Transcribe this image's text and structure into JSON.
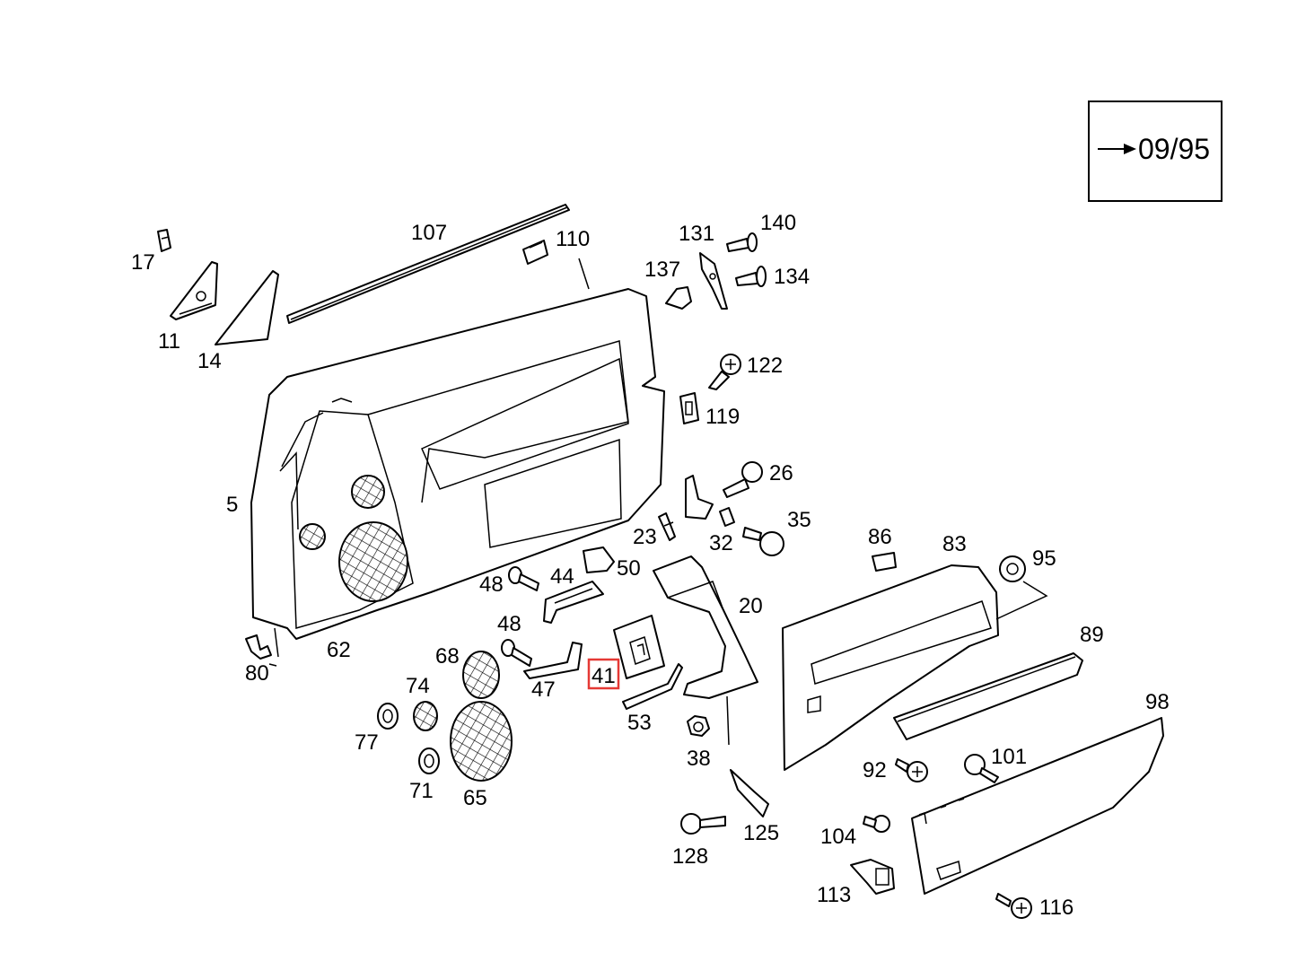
{
  "validity_box": {
    "text": "09/95",
    "arrow_icon": "right-arrow-icon"
  },
  "highlight": {
    "label": "41",
    "color": "#e53935"
  },
  "labels": [
    {
      "id": "17",
      "text": "17"
    },
    {
      "id": "11",
      "text": "11"
    },
    {
      "id": "14",
      "text": "14"
    },
    {
      "id": "107",
      "text": "107"
    },
    {
      "id": "110",
      "text": "110"
    },
    {
      "id": "131",
      "text": "131"
    },
    {
      "id": "140",
      "text": "140"
    },
    {
      "id": "137",
      "text": "137"
    },
    {
      "id": "134",
      "text": "134"
    },
    {
      "id": "122",
      "text": "122"
    },
    {
      "id": "119",
      "text": "119"
    },
    {
      "id": "26",
      "text": "26"
    },
    {
      "id": "5",
      "text": "5"
    },
    {
      "id": "23",
      "text": "23"
    },
    {
      "id": "32",
      "text": "32"
    },
    {
      "id": "35",
      "text": "35"
    },
    {
      "id": "86",
      "text": "86"
    },
    {
      "id": "83",
      "text": "83"
    },
    {
      "id": "95",
      "text": "95"
    },
    {
      "id": "48a",
      "text": "48"
    },
    {
      "id": "44",
      "text": "44"
    },
    {
      "id": "50",
      "text": "50"
    },
    {
      "id": "20",
      "text": "20"
    },
    {
      "id": "48b",
      "text": "48"
    },
    {
      "id": "89",
      "text": "89"
    },
    {
      "id": "80",
      "text": "80"
    },
    {
      "id": "62",
      "text": "62"
    },
    {
      "id": "68",
      "text": "68"
    },
    {
      "id": "47",
      "text": "47"
    },
    {
      "id": "74",
      "text": "74"
    },
    {
      "id": "53",
      "text": "53"
    },
    {
      "id": "98",
      "text": "98"
    },
    {
      "id": "77",
      "text": "77"
    },
    {
      "id": "38",
      "text": "38"
    },
    {
      "id": "92",
      "text": "92"
    },
    {
      "id": "101",
      "text": "101"
    },
    {
      "id": "71",
      "text": "71"
    },
    {
      "id": "65",
      "text": "65"
    },
    {
      "id": "125",
      "text": "125"
    },
    {
      "id": "104",
      "text": "104"
    },
    {
      "id": "128",
      "text": "128"
    },
    {
      "id": "113",
      "text": "113"
    },
    {
      "id": "116",
      "text": "116"
    }
  ]
}
